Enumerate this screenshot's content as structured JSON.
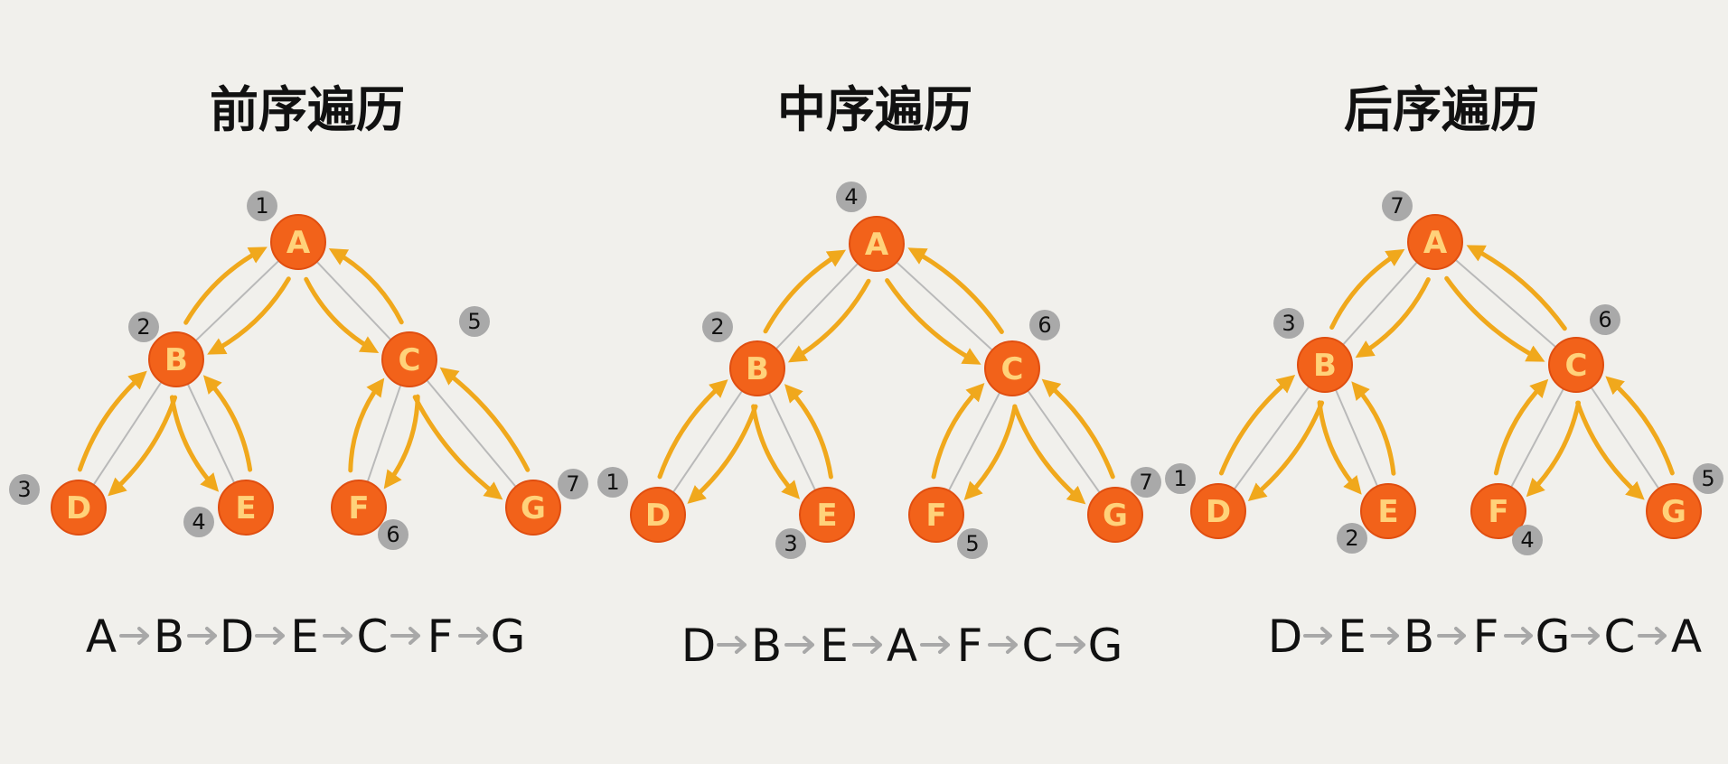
{
  "colors": {
    "background": "#f1f0ec",
    "node_fill": "#f2621a",
    "node_label": "#ffd27a",
    "traversal_arrow": "#f0a81c",
    "edge": "#b9b9b9",
    "badge": "#a9a9a9",
    "sequence_arrow": "#a8a8a8"
  },
  "panels": [
    {
      "title": "前序遍历",
      "nodes": [
        {
          "label": "A",
          "order": "1"
        },
        {
          "label": "B",
          "order": "2"
        },
        {
          "label": "C",
          "order": "5"
        },
        {
          "label": "D",
          "order": "3"
        },
        {
          "label": "E",
          "order": "4"
        },
        {
          "label": "F",
          "order": "6"
        },
        {
          "label": "G",
          "order": "7"
        }
      ],
      "sequence": [
        "A",
        "B",
        "D",
        "E",
        "C",
        "F",
        "G"
      ]
    },
    {
      "title": "中序遍历",
      "nodes": [
        {
          "label": "A",
          "order": "4"
        },
        {
          "label": "B",
          "order": "2"
        },
        {
          "label": "C",
          "order": "6"
        },
        {
          "label": "D",
          "order": "1"
        },
        {
          "label": "E",
          "order": "3"
        },
        {
          "label": "F",
          "order": "5"
        },
        {
          "label": "G",
          "order": "7"
        }
      ],
      "sequence": [
        "D",
        "B",
        "E",
        "A",
        "F",
        "C",
        "G"
      ]
    },
    {
      "title": "后序遍历",
      "nodes": [
        {
          "label": "A",
          "order": "7"
        },
        {
          "label": "B",
          "order": "3"
        },
        {
          "label": "C",
          "order": "6"
        },
        {
          "label": "D",
          "order": "1"
        },
        {
          "label": "E",
          "order": "2"
        },
        {
          "label": "F",
          "order": "4"
        },
        {
          "label": "G",
          "order": "5"
        }
      ],
      "sequence": [
        "D",
        "E",
        "B",
        "F",
        "G",
        "C",
        "A"
      ]
    }
  ]
}
